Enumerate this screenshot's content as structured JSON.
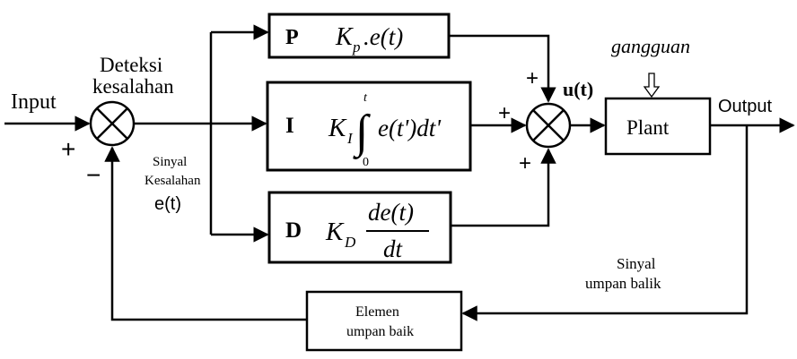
{
  "labels": {
    "input": "Input",
    "output": "Output",
    "deteksi_line1": "Deteksi",
    "deteksi_line2": "kesalahan",
    "sinyal_kesalahan_line1": "Sinyal",
    "sinyal_kesalahan_line2": "Kesalahan",
    "sinyal_kesalahan_line3": "e(t)",
    "gangguan": "gangguan",
    "ut": "u(t)",
    "plant": "Plant",
    "sinyal_umpan_line1": "Sinyal",
    "sinyal_umpan_line2": "umpan balik",
    "elemen_line1": "Elemen",
    "elemen_line2": "umpan baik"
  },
  "blocks": {
    "p": {
      "letter": "P",
      "k": "K",
      "sub": "p",
      "rest": ".e(t)"
    },
    "i": {
      "letter": "I",
      "k": "K",
      "sub": "I",
      "upper": "t",
      "lower": "0",
      "integrand": "e(t')dt'"
    },
    "d": {
      "letter": "D",
      "k": "K",
      "sub": "D",
      "num": "de(t)",
      "den": "dt"
    }
  },
  "signs": {
    "sum1_plus": "+",
    "sum1_minus": "−",
    "sum2_top_plus": "+",
    "sum2_left_plus": "+",
    "sum2_bottom_plus": "+"
  }
}
